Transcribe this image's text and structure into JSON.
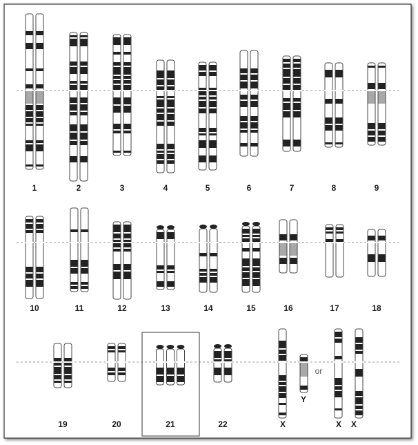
{
  "figure": {
    "title": "",
    "colors": {
      "band": "#222222",
      "outline": "#444444",
      "light": "#ffffff",
      "centromere_marker": "#a9a9a9",
      "dashed_line": "#999999",
      "highlight_box": "#555555"
    }
  },
  "karyotype": {
    "rows": [
      {
        "chromosomes": [
          {
            "label": "1",
            "count": 2,
            "length": 1.0
          },
          {
            "label": "2",
            "count": 2,
            "length": 0.96
          },
          {
            "label": "3",
            "count": 2,
            "length": 0.79
          },
          {
            "label": "4",
            "count": 2,
            "length": 0.73
          },
          {
            "label": "5",
            "count": 2,
            "length": 0.69
          },
          {
            "label": "6",
            "count": 2,
            "length": 0.67
          },
          {
            "label": "7",
            "count": 2,
            "length": 0.61
          },
          {
            "label": "8",
            "count": 2,
            "length": 0.54
          },
          {
            "label": "9",
            "count": 2,
            "length": 0.52
          }
        ]
      },
      {
        "chromosomes": [
          {
            "label": "10",
            "count": 2,
            "length": 0.51
          },
          {
            "label": "11",
            "count": 2,
            "length": 0.5
          },
          {
            "label": "12",
            "count": 2,
            "length": 0.49
          },
          {
            "label": "13",
            "count": 2,
            "length": 0.42
          },
          {
            "label": "14",
            "count": 2,
            "length": 0.4
          },
          {
            "label": "15",
            "count": 2,
            "length": 0.39
          },
          {
            "label": "16",
            "count": 2,
            "length": 0.33
          },
          {
            "label": "17",
            "count": 2,
            "length": 0.31
          },
          {
            "label": "18",
            "count": 2,
            "length": 0.29
          }
        ]
      },
      {
        "chromosomes": [
          {
            "label": "19",
            "count": 2,
            "length": 0.23
          },
          {
            "label": "20",
            "count": 2,
            "length": 0.23
          },
          {
            "label": "21",
            "count": 3,
            "length": 0.18,
            "highlighted": true
          },
          {
            "label": "22",
            "count": 2,
            "length": 0.19
          }
        ]
      }
    ],
    "sex_chromosomes": {
      "option_a": [
        {
          "label": "X"
        },
        {
          "label": "Y"
        }
      ],
      "or_text": "or",
      "option_b": [
        {
          "label": "X"
        },
        {
          "label": "X"
        }
      ]
    }
  }
}
